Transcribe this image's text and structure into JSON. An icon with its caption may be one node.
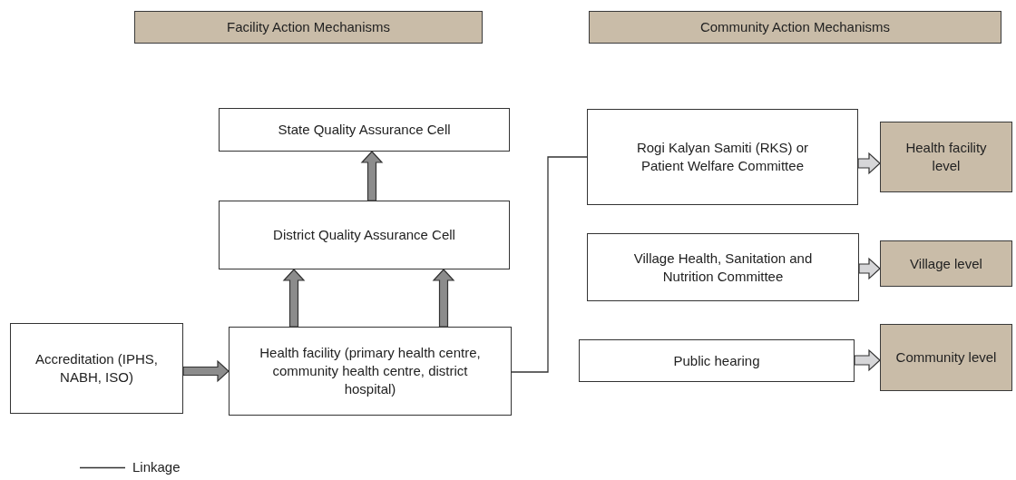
{
  "diagram": {
    "nodes": [
      {
        "text": [
          "Facility Action Mechanisms"
        ]
      },
      {
        "text": [
          "Community Action Mechanisms"
        ]
      },
      {
        "text": [
          "State Quality Assurance Cell"
        ]
      },
      {
        "text": [
          "District Quality Assurance Cell"
        ]
      },
      {
        "text": [
          "Accreditation (IPHS, NABH, ISO)"
        ]
      },
      {
        "text": [
          "Health facility (primary health centre, community health centre, district hospital)"
        ]
      },
      {
        "text": [
          "Rogi Kalyan Samiti (RKS) or Patient Welfare Committee"
        ]
      },
      {
        "text": [
          "Health facility level"
        ]
      },
      {
        "text": [
          "Village Health, Sanitation and Nutrition Committee"
        ]
      },
      {
        "text": [
          "Village level"
        ]
      },
      {
        "text": [
          "Public hearing"
        ]
      },
      {
        "text": [
          "Community level"
        ]
      }
    ],
    "edges": [
      {
        "from": 3,
        "to": 2,
        "arrow": "to",
        "style": "thick",
        "color": "#8c8c8c"
      },
      {
        "from": 5,
        "to": 3,
        "arrow": "to",
        "style": "thick",
        "color": "#8c8c8c"
      },
      {
        "from": 5,
        "to": 3,
        "arrow": "to",
        "style": "thick",
        "color": "#8c8c8c"
      },
      {
        "from": 4,
        "to": 5,
        "arrow": "to",
        "style": "thick",
        "color": "#8c8c8c"
      },
      {
        "from": 5,
        "to": 6,
        "arrow": "none"
      },
      {
        "from": 6,
        "to": 7,
        "arrow": "to",
        "style": "thick",
        "color": "#d6d6d8"
      },
      {
        "from": 8,
        "to": 9,
        "arrow": "to",
        "style": "thick",
        "color": "#d6d6d8"
      },
      {
        "from": 10,
        "to": 11,
        "arrow": "to",
        "style": "thick",
        "color": "#d6d6d8"
      }
    ],
    "legend": [
      {
        "text": "Linkage"
      }
    ]
  }
}
